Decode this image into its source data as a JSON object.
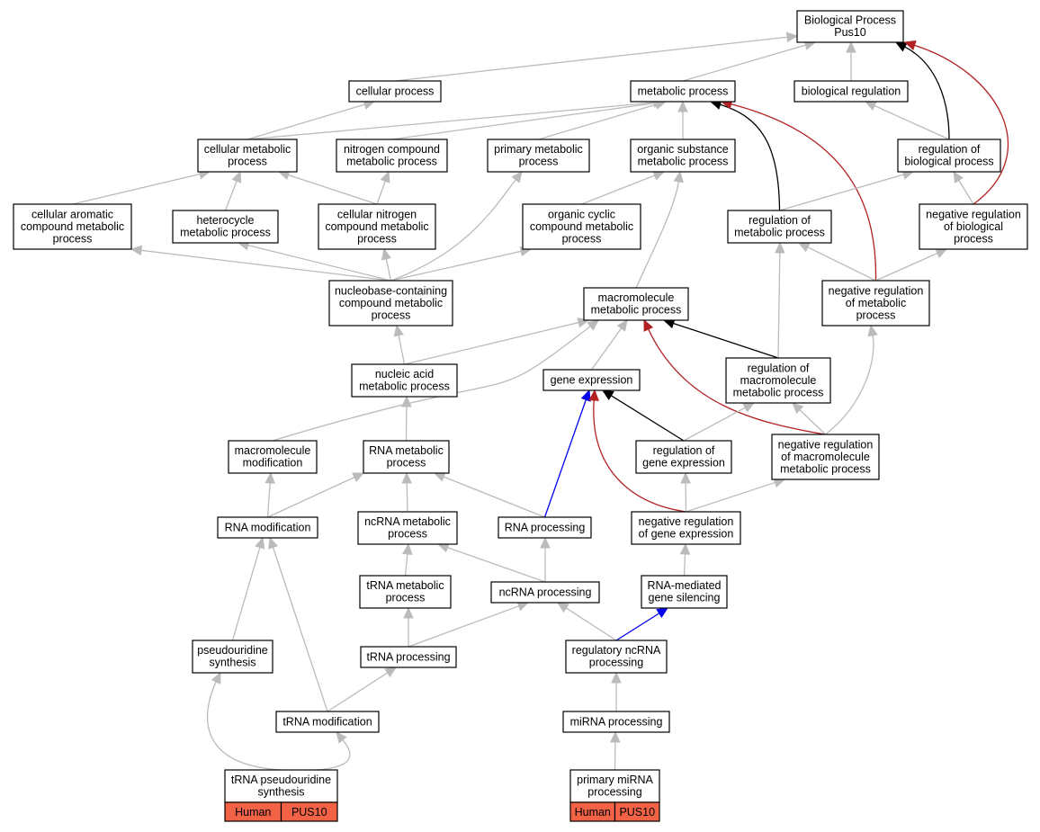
{
  "colors": {
    "is_a": "#bbbbbb",
    "regulates": "#000000",
    "negatively_regulates": "#b22222",
    "part_of": "#0000ee",
    "annotation_fill": "#f26346"
  },
  "nodes": [
    {
      "id": "bp",
      "lines": [
        "Biological Process",
        "Pus10"
      ]
    },
    {
      "id": "cellular_process",
      "lines": [
        "cellular process"
      ]
    },
    {
      "id": "metabolic_process",
      "lines": [
        "metabolic process"
      ]
    },
    {
      "id": "biological_regulation",
      "lines": [
        "biological regulation"
      ]
    },
    {
      "id": "cellular_metabolic",
      "lines": [
        "cellular metabolic",
        "process"
      ]
    },
    {
      "id": "nitrogen_compound",
      "lines": [
        "nitrogen compound",
        "metabolic process"
      ]
    },
    {
      "id": "primary_metabolic",
      "lines": [
        "primary metabolic",
        "process"
      ]
    },
    {
      "id": "organic_substance",
      "lines": [
        "organic substance",
        "metabolic process"
      ]
    },
    {
      "id": "regulation_bio",
      "lines": [
        "regulation of",
        "biological process"
      ]
    },
    {
      "id": "cellular_aromatic",
      "lines": [
        "cellular aromatic",
        "compound metabolic",
        "process"
      ]
    },
    {
      "id": "heterocycle",
      "lines": [
        "heterocycle",
        "metabolic process"
      ]
    },
    {
      "id": "cellular_nitrogen",
      "lines": [
        "cellular nitrogen",
        "compound metabolic",
        "process"
      ]
    },
    {
      "id": "organic_cyclic",
      "lines": [
        "organic cyclic",
        "compound metabolic",
        "process"
      ]
    },
    {
      "id": "regulation_metabolic",
      "lines": [
        "regulation of",
        "metabolic process"
      ]
    },
    {
      "id": "neg_reg_bio",
      "lines": [
        "negative regulation",
        "of biological",
        "process"
      ]
    },
    {
      "id": "nucleobase",
      "lines": [
        "nucleobase-containing",
        "compound metabolic",
        "process"
      ]
    },
    {
      "id": "macromolecule_metabolic",
      "lines": [
        "macromolecule",
        "metabolic process"
      ]
    },
    {
      "id": "neg_reg_metabolic",
      "lines": [
        "negative regulation",
        "of metabolic",
        "process"
      ]
    },
    {
      "id": "nucleic_acid",
      "lines": [
        "nucleic acid",
        "metabolic process"
      ]
    },
    {
      "id": "gene_expression",
      "lines": [
        "gene expression"
      ]
    },
    {
      "id": "reg_macromolecule",
      "lines": [
        "regulation of",
        "macromolecule",
        "metabolic process"
      ]
    },
    {
      "id": "macromolecule_mod",
      "lines": [
        "macromolecule",
        "modification"
      ]
    },
    {
      "id": "rna_metabolic",
      "lines": [
        "RNA metabolic",
        "process"
      ]
    },
    {
      "id": "reg_gene_expression",
      "lines": [
        "regulation of",
        "gene expression"
      ]
    },
    {
      "id": "neg_reg_macromolecule",
      "lines": [
        "negative regulation",
        "of macromolecule",
        "metabolic process"
      ]
    },
    {
      "id": "rna_modification",
      "lines": [
        "RNA modification"
      ]
    },
    {
      "id": "ncrna_metabolic",
      "lines": [
        "ncRNA metabolic",
        "process"
      ]
    },
    {
      "id": "rna_processing",
      "lines": [
        "RNA processing"
      ]
    },
    {
      "id": "neg_reg_gene_expression",
      "lines": [
        "negative regulation",
        "of gene expression"
      ]
    },
    {
      "id": "trna_metabolic",
      "lines": [
        "tRNA metabolic",
        "process"
      ]
    },
    {
      "id": "ncrna_processing",
      "lines": [
        "ncRNA processing"
      ]
    },
    {
      "id": "rna_silencing",
      "lines": [
        "RNA-mediated",
        "gene silencing"
      ]
    },
    {
      "id": "pseudouridine",
      "lines": [
        "pseudouridine",
        "synthesis"
      ]
    },
    {
      "id": "trna_processing",
      "lines": [
        "tRNA processing"
      ]
    },
    {
      "id": "regulatory_ncrna",
      "lines": [
        "regulatory ncRNA",
        "processing"
      ]
    },
    {
      "id": "trna_modification",
      "lines": [
        "tRNA modification"
      ]
    },
    {
      "id": "mirna_processing",
      "lines": [
        "miRNA processing"
      ]
    },
    {
      "id": "trna_pseudouridine",
      "lines": [
        "tRNA pseudouridine",
        "synthesis"
      ],
      "tags": [
        "Human",
        "PUS10"
      ]
    },
    {
      "id": "primary_mirna",
      "lines": [
        "primary miRNA",
        "processing"
      ],
      "tags": [
        "Human",
        "PUS10"
      ]
    }
  ],
  "edges": [
    {
      "from": "cellular_process",
      "to": "bp",
      "type": "is_a"
    },
    {
      "from": "metabolic_process",
      "to": "bp",
      "type": "is_a"
    },
    {
      "from": "biological_regulation",
      "to": "bp",
      "type": "is_a"
    },
    {
      "from": "regulation_bio",
      "to": "bp",
      "type": "regulates"
    },
    {
      "from": "neg_reg_bio",
      "to": "bp",
      "type": "negatively_regulates"
    },
    {
      "from": "cellular_metabolic",
      "to": "cellular_process",
      "type": "is_a"
    },
    {
      "from": "cellular_metabolic",
      "to": "metabolic_process",
      "type": "is_a"
    },
    {
      "from": "nitrogen_compound",
      "to": "metabolic_process",
      "type": "is_a"
    },
    {
      "from": "primary_metabolic",
      "to": "metabolic_process",
      "type": "is_a"
    },
    {
      "from": "organic_substance",
      "to": "metabolic_process",
      "type": "is_a"
    },
    {
      "from": "regulation_metabolic",
      "to": "metabolic_process",
      "type": "regulates"
    },
    {
      "from": "neg_reg_metabolic",
      "to": "metabolic_process",
      "type": "negatively_regulates"
    },
    {
      "from": "regulation_bio",
      "to": "biological_regulation",
      "type": "is_a"
    },
    {
      "from": "cellular_aromatic",
      "to": "cellular_metabolic",
      "type": "is_a"
    },
    {
      "from": "heterocycle",
      "to": "cellular_metabolic",
      "type": "is_a"
    },
    {
      "from": "cellular_nitrogen",
      "to": "cellular_metabolic",
      "type": "is_a"
    },
    {
      "from": "cellular_nitrogen",
      "to": "nitrogen_compound",
      "type": "is_a"
    },
    {
      "from": "organic_cyclic",
      "to": "organic_substance",
      "type": "is_a"
    },
    {
      "from": "regulation_metabolic",
      "to": "regulation_bio",
      "type": "is_a"
    },
    {
      "from": "neg_reg_bio",
      "to": "regulation_bio",
      "type": "is_a"
    },
    {
      "from": "nucleobase",
      "to": "cellular_aromatic",
      "type": "is_a"
    },
    {
      "from": "nucleobase",
      "to": "heterocycle",
      "type": "is_a"
    },
    {
      "from": "nucleobase",
      "to": "cellular_nitrogen",
      "type": "is_a"
    },
    {
      "from": "nucleobase",
      "to": "primary_metabolic",
      "type": "is_a"
    },
    {
      "from": "nucleobase",
      "to": "organic_cyclic",
      "type": "is_a"
    },
    {
      "from": "macromolecule_metabolic",
      "to": "organic_substance",
      "type": "is_a"
    },
    {
      "from": "neg_reg_metabolic",
      "to": "regulation_metabolic",
      "type": "is_a"
    },
    {
      "from": "neg_reg_metabolic",
      "to": "neg_reg_bio",
      "type": "is_a"
    },
    {
      "from": "nucleic_acid",
      "to": "nucleobase",
      "type": "is_a"
    },
    {
      "from": "nucleic_acid",
      "to": "macromolecule_metabolic",
      "type": "is_a"
    },
    {
      "from": "gene_expression",
      "to": "macromolecule_metabolic",
      "type": "is_a"
    },
    {
      "from": "reg_macromolecule",
      "to": "macromolecule_metabolic",
      "type": "regulates"
    },
    {
      "from": "neg_reg_macromolecule",
      "to": "macromolecule_metabolic",
      "type": "negatively_regulates"
    },
    {
      "from": "reg_macromolecule",
      "to": "regulation_metabolic",
      "type": "is_a"
    },
    {
      "from": "macromolecule_mod",
      "to": "macromolecule_metabolic",
      "type": "is_a"
    },
    {
      "from": "rna_metabolic",
      "to": "nucleic_acid",
      "type": "is_a"
    },
    {
      "from": "reg_gene_expression",
      "to": "gene_expression",
      "type": "regulates"
    },
    {
      "from": "reg_gene_expression",
      "to": "reg_macromolecule",
      "type": "is_a"
    },
    {
      "from": "neg_reg_macromolecule",
      "to": "reg_macromolecule",
      "type": "is_a"
    },
    {
      "from": "neg_reg_macromolecule",
      "to": "neg_reg_metabolic",
      "type": "is_a"
    },
    {
      "from": "rna_modification",
      "to": "macromolecule_mod",
      "type": "is_a"
    },
    {
      "from": "rna_modification",
      "to": "rna_metabolic",
      "type": "is_a"
    },
    {
      "from": "ncrna_metabolic",
      "to": "rna_metabolic",
      "type": "is_a"
    },
    {
      "from": "rna_processing",
      "to": "rna_metabolic",
      "type": "is_a"
    },
    {
      "from": "rna_processing",
      "to": "gene_expression",
      "type": "part_of"
    },
    {
      "from": "neg_reg_gene_expression",
      "to": "gene_expression",
      "type": "negatively_regulates"
    },
    {
      "from": "neg_reg_gene_expression",
      "to": "reg_gene_expression",
      "type": "is_a"
    },
    {
      "from": "neg_reg_gene_expression",
      "to": "neg_reg_macromolecule",
      "type": "is_a"
    },
    {
      "from": "trna_metabolic",
      "to": "ncrna_metabolic",
      "type": "is_a"
    },
    {
      "from": "ncrna_processing",
      "to": "ncrna_metabolic",
      "type": "is_a"
    },
    {
      "from": "ncrna_processing",
      "to": "rna_processing",
      "type": "is_a"
    },
    {
      "from": "rna_silencing",
      "to": "neg_reg_gene_expression",
      "type": "is_a"
    },
    {
      "from": "pseudouridine",
      "to": "rna_modification",
      "type": "is_a"
    },
    {
      "from": "trna_processing",
      "to": "trna_metabolic",
      "type": "is_a"
    },
    {
      "from": "trna_processing",
      "to": "ncrna_processing",
      "type": "is_a"
    },
    {
      "from": "regulatory_ncrna",
      "to": "ncrna_processing",
      "type": "is_a"
    },
    {
      "from": "regulatory_ncrna",
      "to": "rna_silencing",
      "type": "part_of"
    },
    {
      "from": "trna_modification",
      "to": "rna_modification",
      "type": "is_a"
    },
    {
      "from": "trna_modification",
      "to": "trna_processing",
      "type": "is_a"
    },
    {
      "from": "mirna_processing",
      "to": "regulatory_ncrna",
      "type": "is_a"
    },
    {
      "from": "trna_pseudouridine",
      "to": "pseudouridine",
      "type": "is_a"
    },
    {
      "from": "trna_pseudouridine",
      "to": "trna_modification",
      "type": "is_a"
    },
    {
      "from": "primary_mirna",
      "to": "mirna_processing",
      "type": "is_a"
    }
  ]
}
